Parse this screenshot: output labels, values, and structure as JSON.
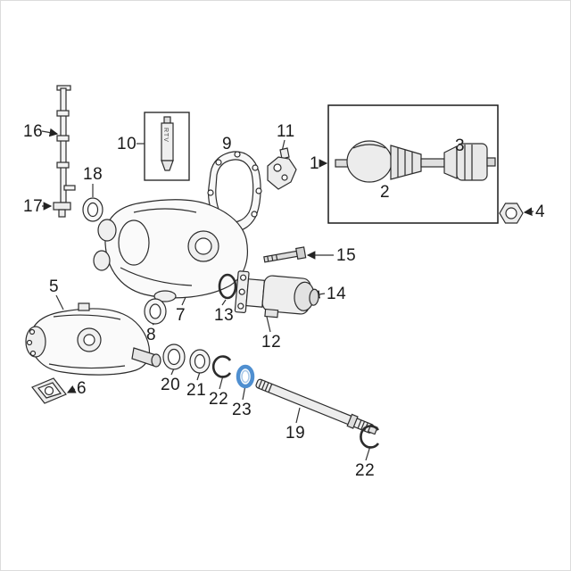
{
  "diagram": {
    "type": "exploded-parts-diagram",
    "subject": "front-axle-differential-assembly",
    "highlight": {
      "part": "23",
      "color": "#4f8fd0"
    },
    "rtv_label": "RTV",
    "callouts": [
      "16",
      "17",
      "18",
      "10",
      "9",
      "11",
      "1",
      "2",
      "3",
      "4",
      "15",
      "7",
      "13",
      "14",
      "12",
      "5",
      "8",
      "6",
      "20",
      "21",
      "22",
      "23",
      "19",
      "22"
    ]
  }
}
